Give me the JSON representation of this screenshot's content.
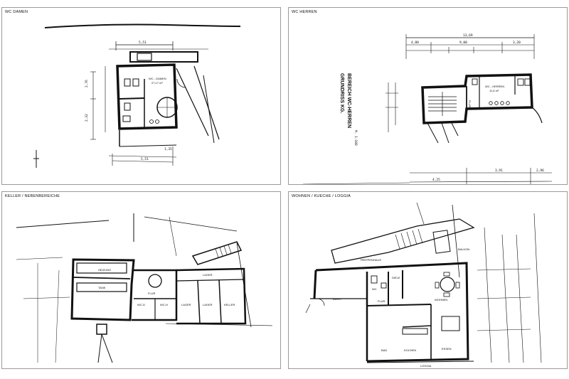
{
  "panels": [
    {
      "title": "WC DAMEN"
    },
    {
      "title": "WC HERREN"
    },
    {
      "title": "KELLER / NEBENBEREICHE"
    },
    {
      "title": "WOHNEN / KUECHE / LOGGIA"
    }
  ],
  "wc_damen": {
    "room_label": "WC - DAMEN",
    "area": "27,17 m²",
    "dims": [
      "5,51",
      "2,76",
      "2,32",
      "5,51",
      "1,35"
    ]
  },
  "wc_herren": {
    "plan_title": "GRUNDRISS KG.",
    "plan_subtitle": "BEREICH WC-HERREN",
    "scale": "M. 1:100",
    "room_label": "WC - HERREN",
    "area": "11,6 m²",
    "corridor_label": "FLUR",
    "dims": [
      "13,69",
      "4,80",
      "9,00",
      "3,20",
      "3,91",
      "4,25",
      "2,96"
    ]
  },
  "keller": {
    "rooms": [
      "HEIZUNG",
      "TANK",
      "LAGER",
      "FLUR",
      "WC-D",
      "WC-H",
      "LAGER",
      "LAGER",
      "KELLER"
    ]
  },
  "wohnen": {
    "rooms": [
      "TREPPENHAUS",
      "WC",
      "DIELE",
      "FLUR",
      "BÜRO",
      "WOHNEN",
      "BAD",
      "KOCHEN",
      "ESSEN",
      "LOGGIA",
      "BALKON"
    ]
  }
}
